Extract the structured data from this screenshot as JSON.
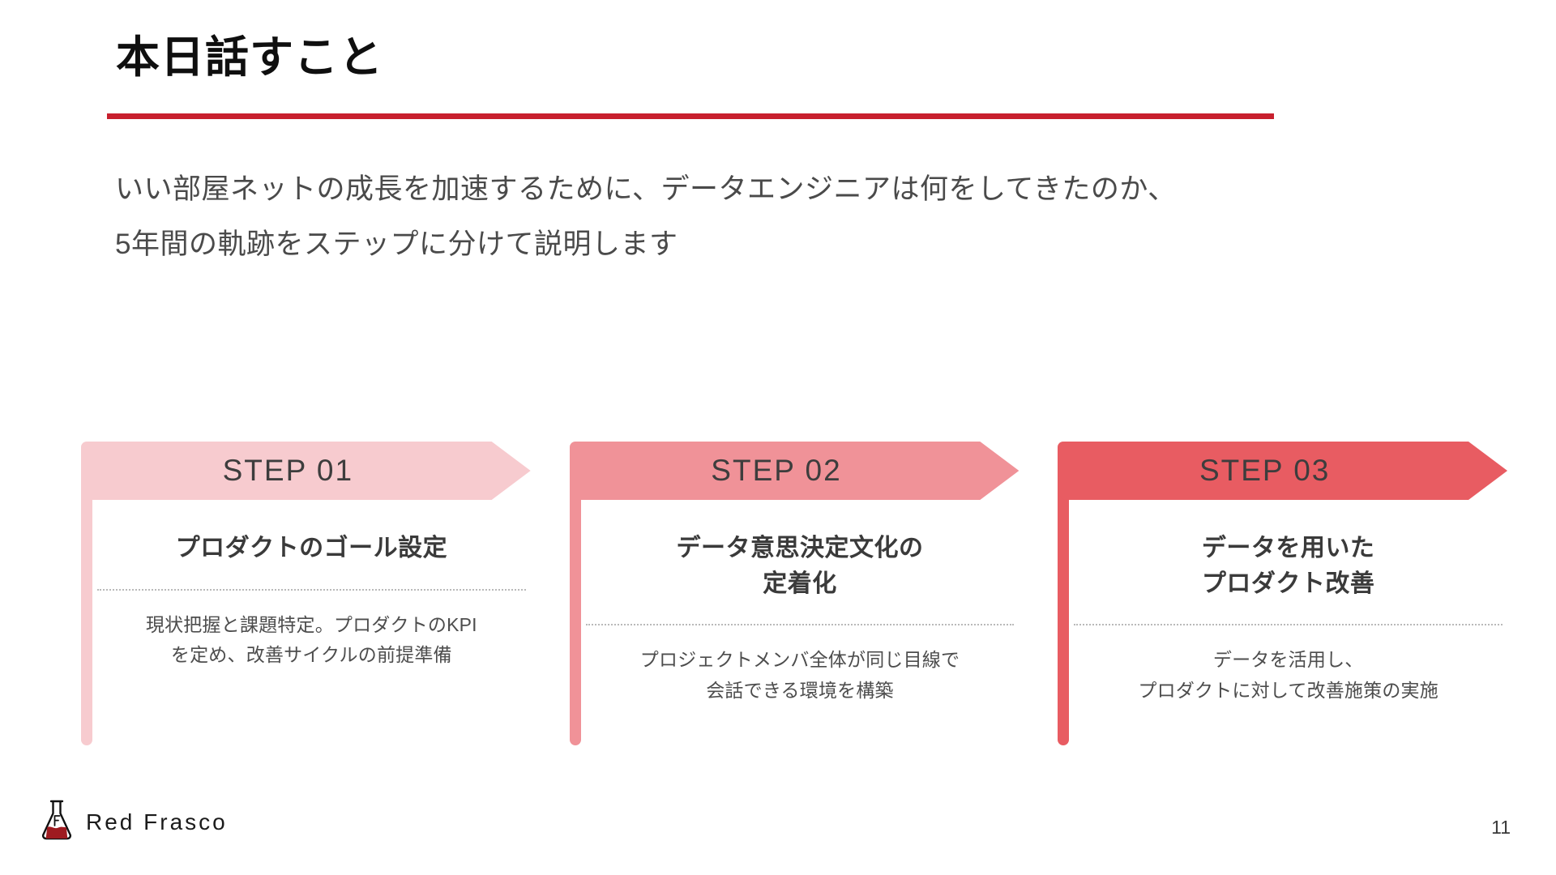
{
  "slide": {
    "title": "本日話すこと",
    "accent_color": "#c8202e",
    "page_number": "11"
  },
  "lead": {
    "line1": "いい部屋ネットの成長を加速するために、データエンジニアは何をしてきたのか、",
    "line2": "5年間の軌跡をステップに分けて説明します"
  },
  "steps": [
    {
      "banner_label": "STEP 01",
      "heading": "プロダクトのゴール設定",
      "description": "現状把握と課題特定。プロダクトのKPI\nを定め、改善サイクルの前提準備",
      "color": "#f7cbcf"
    },
    {
      "banner_label": "STEP 02",
      "heading": "データ意思決定文化の\n定着化",
      "description": "プロジェクトメンバ全体が同じ目線で\n会話できる環境を構築",
      "color": "#f09298"
    },
    {
      "banner_label": "STEP 03",
      "heading": "データを用いた\nプロダクト改善",
      "description": "データを活用し、\nプロダクトに対して改善施策の実施",
      "color": "#e85c62"
    }
  ],
  "footer": {
    "brand": "Red Frasco",
    "flask_liquid_color": "#9e1b20"
  }
}
